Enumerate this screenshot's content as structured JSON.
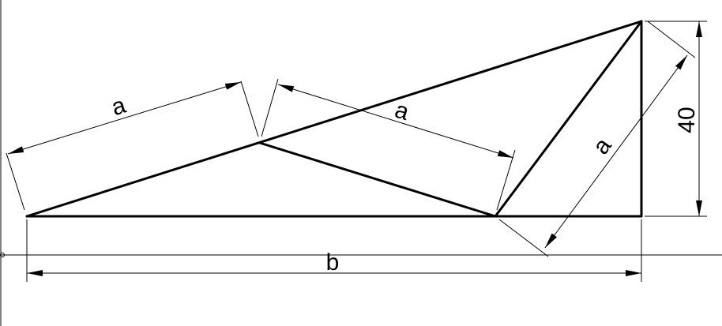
{
  "diagram": {
    "labels": {
      "a_left": "a",
      "a_middle": "a",
      "a_right": "a",
      "b": "b",
      "height_40": "40"
    }
  }
}
